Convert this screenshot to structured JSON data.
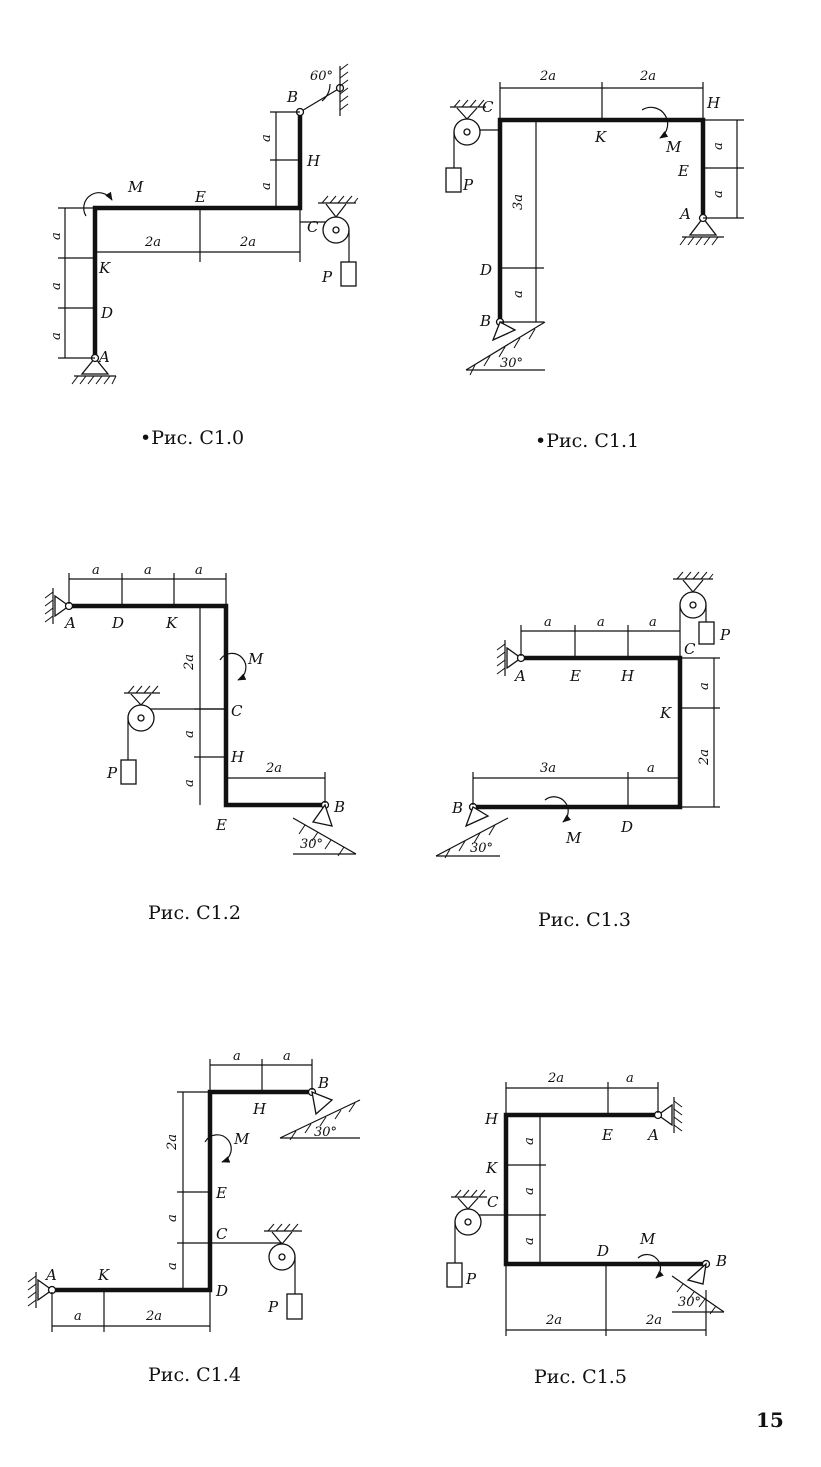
{
  "page_number": "15",
  "figures": [
    {
      "caption": "•Рис. С1.0",
      "labels": [
        "B",
        "H",
        "E",
        "M",
        "C",
        "K",
        "D",
        "A",
        "P"
      ],
      "dims": [
        "a",
        "a",
        "a",
        "a",
        "a",
        "2a",
        "2a"
      ],
      "angle": "60°"
    },
    {
      "caption": "•Рис. С1.1",
      "labels": [
        "C",
        "H",
        "K",
        "M",
        "E",
        "A",
        "P",
        "D",
        "B"
      ],
      "dims": [
        "2a",
        "2a",
        "a",
        "a",
        "3a",
        "a"
      ],
      "angle": "30°"
    },
    {
      "caption": "Рис. С1.2",
      "labels": [
        "A",
        "D",
        "K",
        "M",
        "C",
        "H",
        "E",
        "B",
        "P"
      ],
      "dims": [
        "a",
        "a",
        "a",
        "2a",
        "a",
        "a",
        "2a"
      ],
      "angle": "30°"
    },
    {
      "caption": "Рис. С1.3",
      "labels": [
        "A",
        "E",
        "H",
        "C",
        "K",
        "B",
        "D",
        "M",
        "P"
      ],
      "dims": [
        "a",
        "a",
        "a",
        "a",
        "2a",
        "3a",
        "a"
      ],
      "angle": "30°"
    },
    {
      "caption": "Рис. С1.4",
      "labels": [
        "H",
        "B",
        "M",
        "E",
        "C",
        "A",
        "K",
        "D",
        "P"
      ],
      "dims": [
        "a",
        "a",
        "2a",
        "a",
        "a",
        "a",
        "2a"
      ],
      "angle": "30°"
    },
    {
      "caption": "Рис. С1.5",
      "labels": [
        "H",
        "E",
        "A",
        "K",
        "C",
        "D",
        "M",
        "B",
        "P"
      ],
      "dims": [
        "2a",
        "a",
        "a",
        "a",
        "a",
        "2a",
        "2a"
      ],
      "angle": "30°"
    }
  ]
}
